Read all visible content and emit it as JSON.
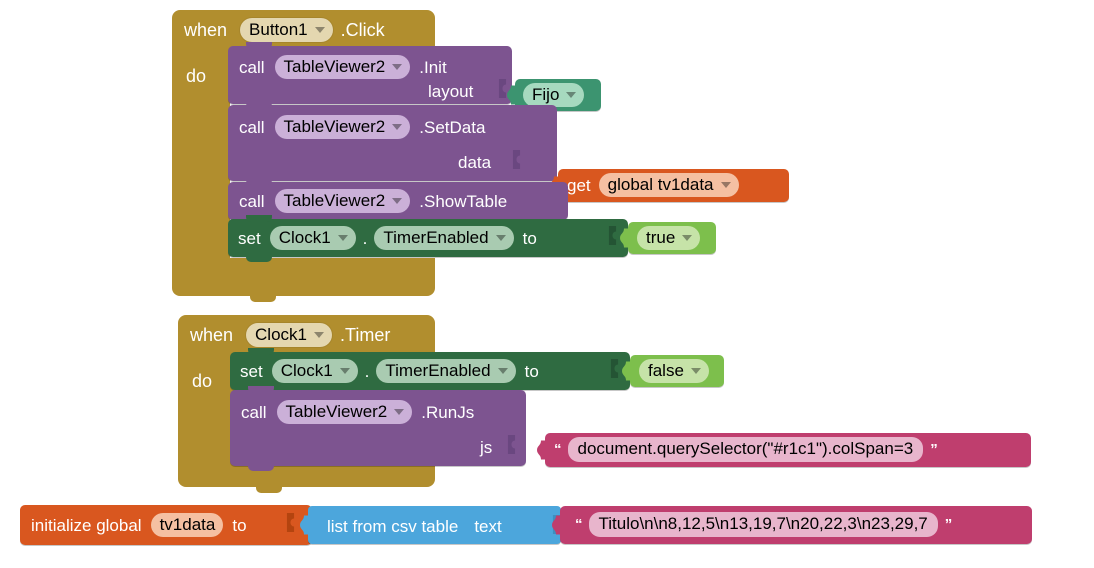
{
  "editor": {
    "name": "MIT App Inventor Blocks Editor",
    "background": "#ffffff",
    "colors": {
      "event_gold": "#B18E2E",
      "call_purple": "#7D5490",
      "set_green": "#2F6B41",
      "logic_green": "#7DBF4C",
      "helper_green": "#3C9470",
      "variable_orange": "#D9571F",
      "text_magenta": "#BF3E6E",
      "list_blue": "#4CA6DC"
    }
  },
  "blocks": [
    {
      "id": "when-button1-click",
      "type": "event",
      "when_label": "when",
      "component": "Button1",
      "event": ".Click",
      "do_label": "do",
      "statements": [
        {
          "id": "call-tableviewer2-init",
          "type": "call",
          "call_label": "call",
          "component": "TableViewer2",
          "method": ".Init",
          "args": [
            {
              "name": "layout",
              "value_type": "helper-dropdown",
              "value": "Fijo"
            }
          ]
        },
        {
          "id": "call-tableviewer2-setdata",
          "type": "call",
          "call_label": "call",
          "component": "TableViewer2",
          "method": ".SetData",
          "args": [
            {
              "name": "data",
              "value_type": "get-variable",
              "get_label": "get",
              "value": "global tv1data"
            }
          ]
        },
        {
          "id": "call-tableviewer2-showtable",
          "type": "call",
          "call_label": "call",
          "component": "TableViewer2",
          "method": ".ShowTable",
          "args": []
        },
        {
          "id": "set-clock1-timerenabled-true",
          "type": "set",
          "set_label": "set",
          "component": "Clock1",
          "dot": ".",
          "property": "TimerEnabled",
          "to_label": "to",
          "value_type": "logic",
          "value": "true"
        }
      ]
    },
    {
      "id": "when-clock1-timer",
      "type": "event",
      "when_label": "when",
      "component": "Clock1",
      "event": ".Timer",
      "do_label": "do",
      "statements": [
        {
          "id": "set-clock1-timerenabled-false",
          "type": "set",
          "set_label": "set",
          "component": "Clock1",
          "dot": ".",
          "property": "TimerEnabled",
          "to_label": "to",
          "value_type": "logic",
          "value": "false"
        },
        {
          "id": "call-tableviewer2-runjs",
          "type": "call",
          "call_label": "call",
          "component": "TableViewer2",
          "method": ".RunJs",
          "args": [
            {
              "name": "js",
              "value_type": "text",
              "quote_open": "“",
              "quote_close": "”",
              "value": "document.querySelector(\"#r1c1\").colSpan=3"
            }
          ]
        }
      ]
    },
    {
      "id": "initialize-global-tv1data",
      "type": "variable-init",
      "init_label": "initialize global",
      "variable": "tv1data",
      "to_label": "to",
      "value_block": {
        "id": "list-from-csv-table",
        "type": "list",
        "label": "list from csv table",
        "arg_label": "text",
        "value_block": {
          "id": "csv-text",
          "type": "text",
          "quote_open": "“",
          "quote_close": "”",
          "value": "Titulo\\n\\n8,12,5\\n13,19,7\\n20,22,3\\n23,29,7"
        }
      }
    }
  ]
}
